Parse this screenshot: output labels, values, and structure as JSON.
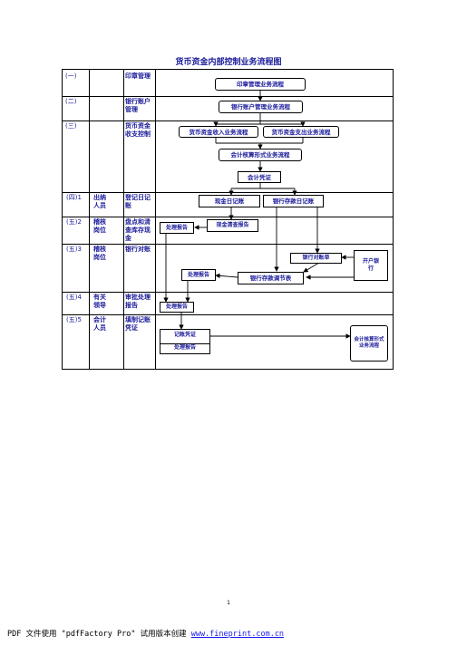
{
  "title": "货币资金内部控制业务流程图",
  "rows": [
    {
      "num": "(一)",
      "post": "",
      "task": "印章管理"
    },
    {
      "num": "(二)",
      "post": "",
      "task": "银行账户管理"
    },
    {
      "num": "(三)",
      "post": "",
      "task": "货币资金收支控制"
    },
    {
      "num": "(四)1",
      "post": "出纳人员",
      "task": "登记日记账"
    },
    {
      "num": "(五)2",
      "post": "稽核岗位",
      "task": "盘点和清查库存现金"
    },
    {
      "num": "(五)3",
      "post": "稽核岗位",
      "task": "银行对账"
    },
    {
      "num": "(五)4",
      "post": "有关领导",
      "task": "审批处理报告"
    },
    {
      "num": "(五)5",
      "post": "会计人员",
      "task": "填制记账凭证"
    }
  ],
  "boxes": {
    "seal_flow": "印章管理业务流程",
    "bank_account_flow": "银行账户管理业务流程",
    "income_flow": "货币资金收入业务流程",
    "expense_flow": "货币资金支出业务流程",
    "accounting_form_flow": "会计核算形式业务流程",
    "voucher": "会计凭证",
    "cash_journal": "现金日记账",
    "bank_journal": "银行存款日记账",
    "report_1": "处理报告",
    "cash_count_report": "现金清查报告",
    "bank_statement": "银行对账单",
    "open_bank": "开户银行",
    "report_2": "处理报告",
    "reconciliation": "银行存款调节表",
    "report_3": "处理报告",
    "bookkeeping_voucher": "记账凭证",
    "report_4": "处理报告",
    "accounting_form_flow_2": "会计核算形式业务流程"
  },
  "page_number": "1",
  "footer": {
    "text": "PDF 文件使用 \"pdfFactory Pro\" 试用版本创建 ",
    "link": "www.fineprint.com.cn"
  }
}
